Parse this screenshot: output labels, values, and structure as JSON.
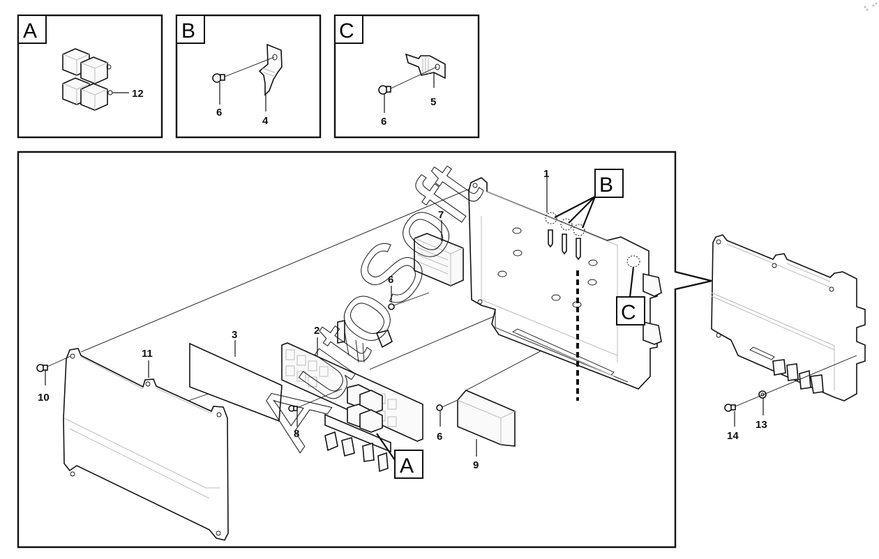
{
  "diagram": {
    "type": "exploded parts diagram",
    "watermark": "AutoSoft",
    "detail_views": [
      {
        "label": "A",
        "callouts": [
          "12"
        ],
        "content": "relays"
      },
      {
        "label": "B",
        "callouts": [
          "6",
          "4"
        ],
        "content": "bolt and bracket"
      },
      {
        "label": "C",
        "callouts": [
          "6",
          "5"
        ],
        "content": "bolt and bracket"
      }
    ],
    "main_view": {
      "detail_refs": [
        "A",
        "B",
        "C"
      ],
      "callouts": [
        "1",
        "2",
        "3",
        "6",
        "6",
        "7",
        "8",
        "9",
        "10",
        "11"
      ]
    },
    "assembly_view": {
      "callouts": [
        "13",
        "14"
      ]
    },
    "parts": {
      "p1": "1",
      "p2": "2",
      "p3": "3",
      "p4": "4",
      "p5": "5",
      "p6": "6",
      "p7": "7",
      "p8": "8",
      "p9": "9",
      "p10": "10",
      "p11": "11",
      "p12": "12",
      "p13": "13",
      "p14": "14"
    }
  }
}
